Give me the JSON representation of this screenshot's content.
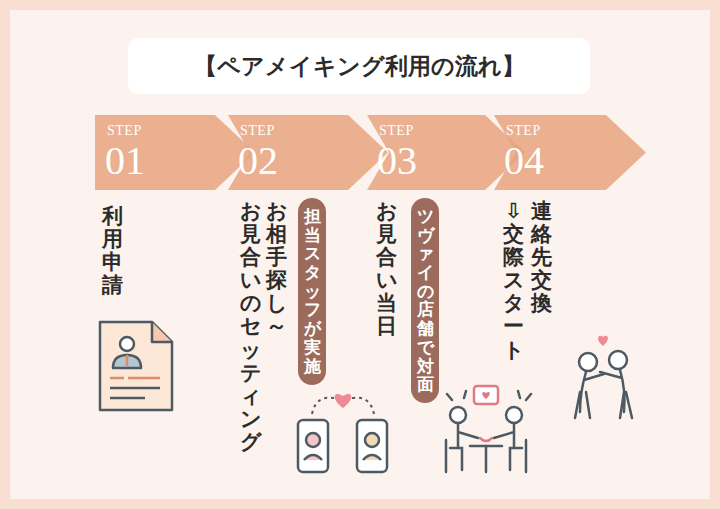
{
  "diagram": {
    "title": "【ペアメイキング利用の流れ】",
    "nodes": [
      {
        "text": [
          "STEP",
          "01"
        ]
      },
      {
        "text": [
          "STEP",
          "02"
        ]
      },
      {
        "text": [
          "STEP",
          "03"
        ]
      },
      {
        "text": [
          "STEP",
          "04"
        ]
      },
      {
        "text": [
          "担当スタッフが実施"
        ]
      },
      {
        "text": [
          "ツヴァイの店舗で対面"
        ]
      }
    ],
    "labels": [
      "利用申請",
      "お相手探し～",
      "お見合いのセッティング",
      "お見合い当日",
      "連絡先交換",
      "⇩交際スタート"
    ]
  }
}
